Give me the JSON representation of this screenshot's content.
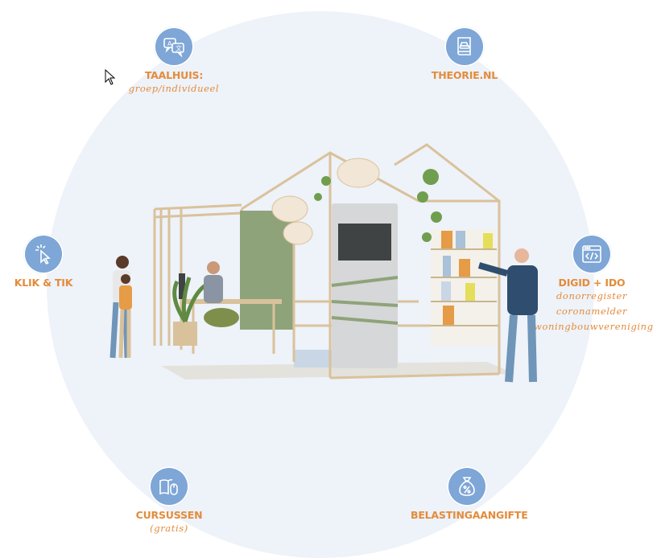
{
  "nodes": {
    "taalhuis": {
      "title": "TAALHUIS:",
      "subtitle": "groep/individueel",
      "icon": "translate-chat-icon"
    },
    "theorie": {
      "title": "THEORIE.NL",
      "icon": "driving-theory-book-icon"
    },
    "kliktik": {
      "title": "KLIK & TIK",
      "icon": "click-pointer-icon"
    },
    "digid": {
      "title": "DIGID + IDO",
      "lines": [
        "donorregister",
        "coronamelder",
        "woningbouwvereniging"
      ],
      "icon": "browser-code-icon"
    },
    "cursussen": {
      "title": "CURSUSSEN",
      "subtitle": "(gratis)",
      "icon": "book-mouse-icon"
    },
    "belasting": {
      "title": "BELASTINGAANGIFTE",
      "icon": "money-bag-percent-icon"
    }
  },
  "colors": {
    "background_circle": "#eef2f9",
    "icon_circle": "#7ea6d6",
    "label_orange": "#e38c3b",
    "wood": "#d9c29b",
    "panel_green": "#8fa37a"
  }
}
